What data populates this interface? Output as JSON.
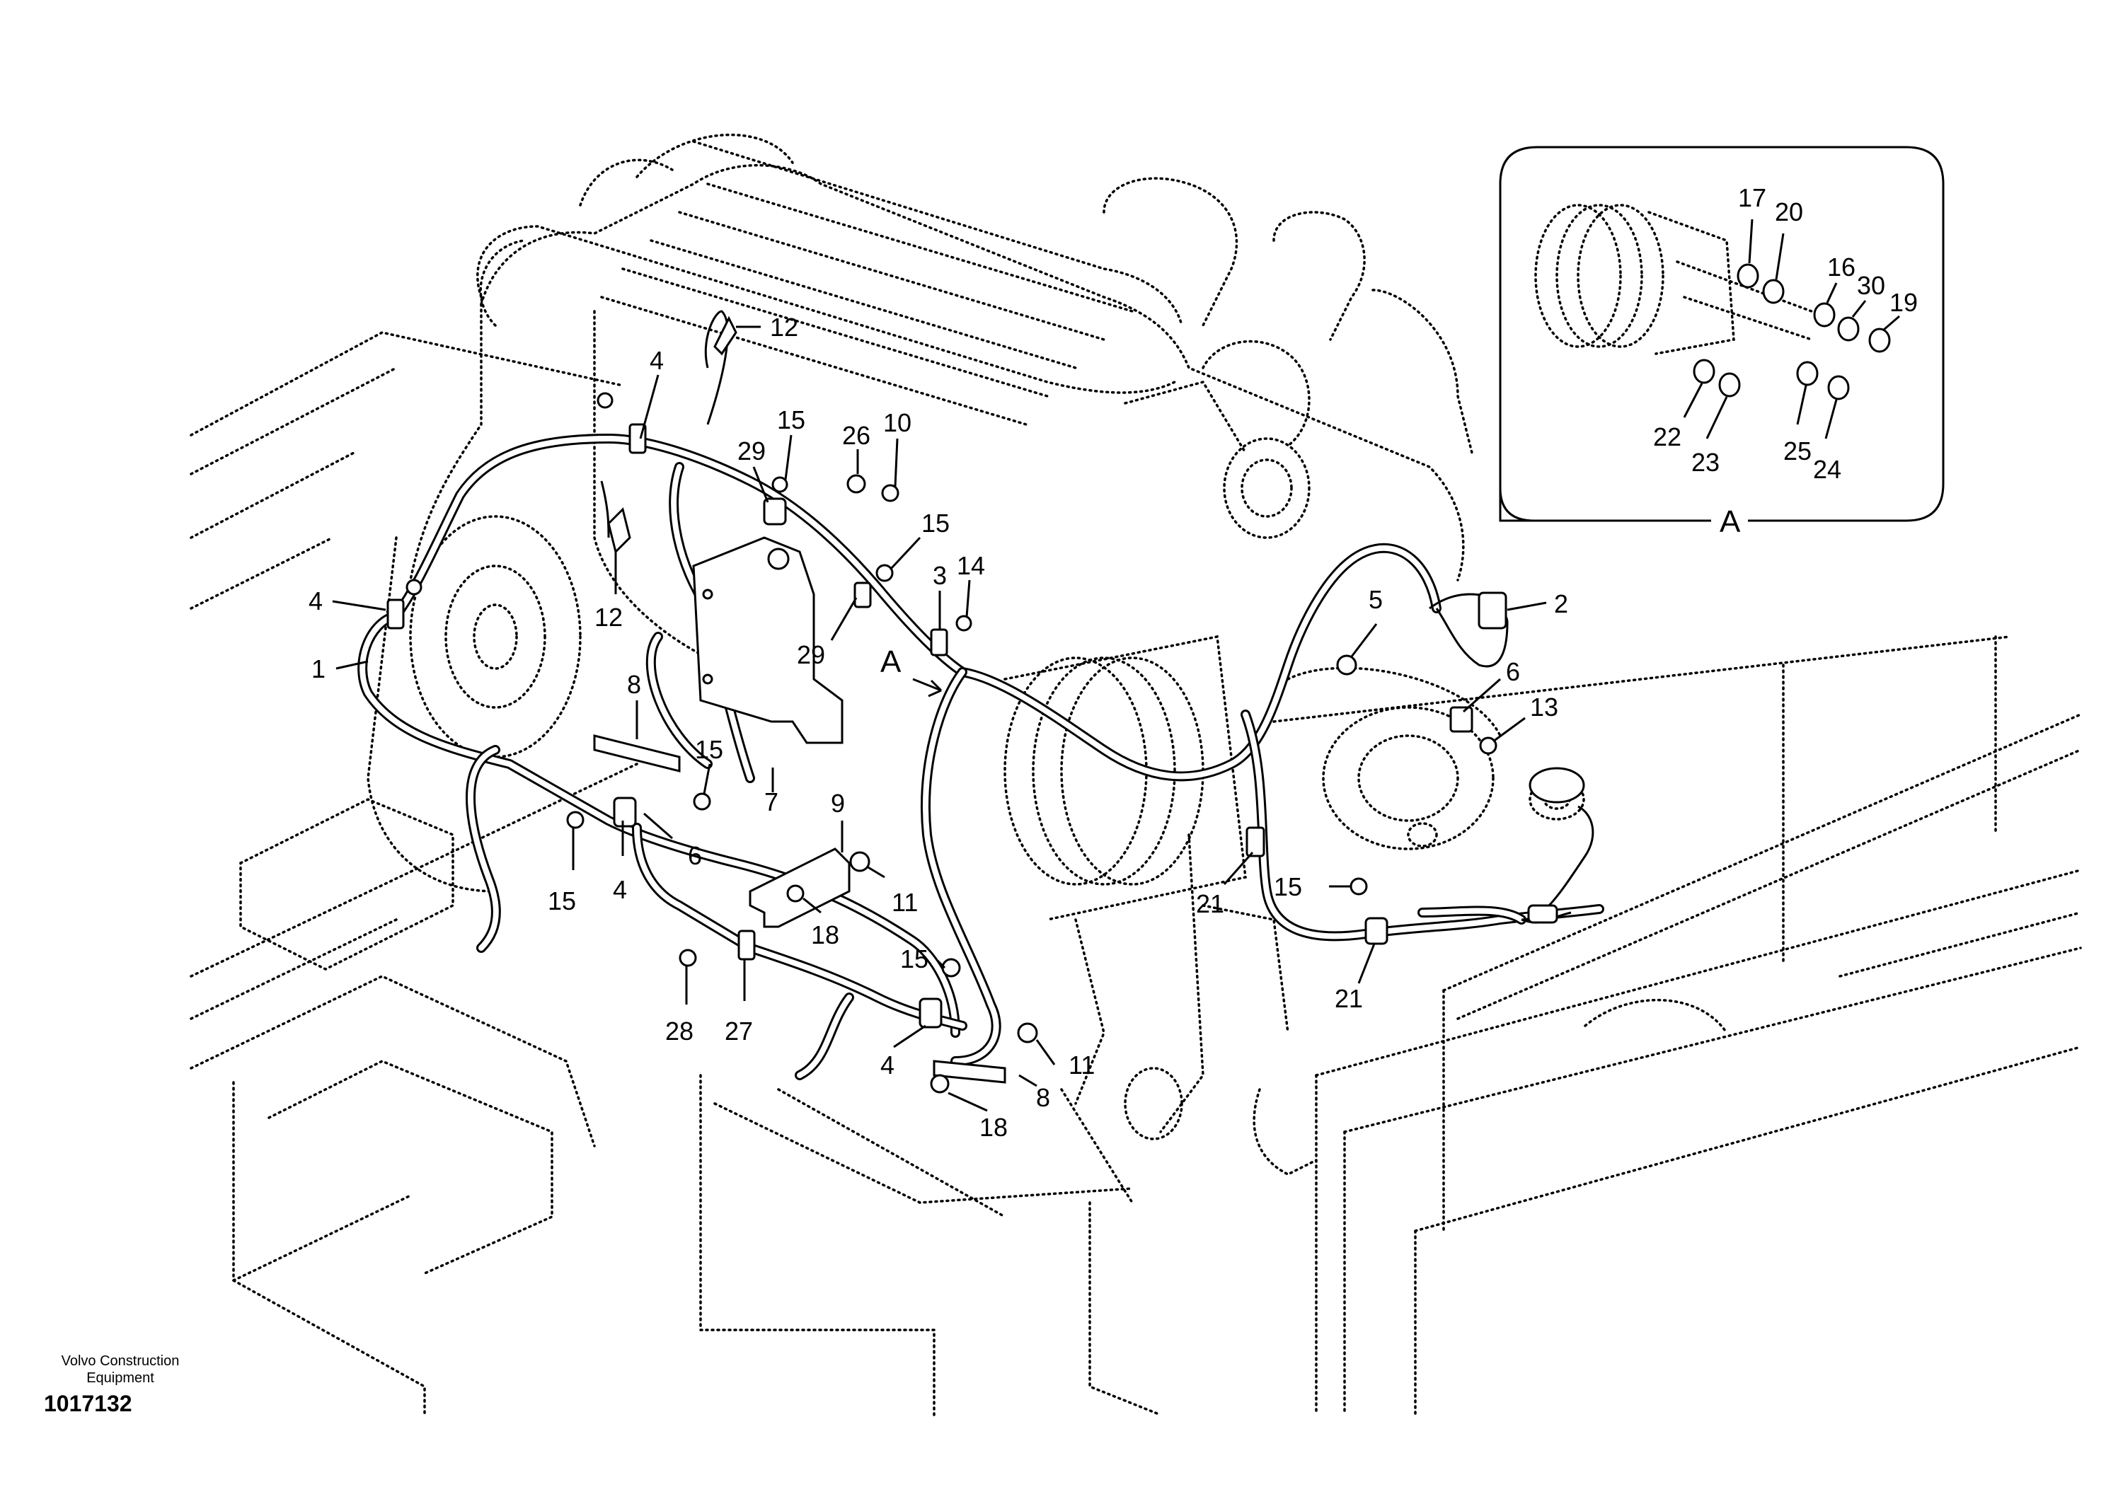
{
  "brand": {
    "line1": "Volvo Construction",
    "line2": "Equipment"
  },
  "document_number": "1017132",
  "detail": {
    "label": "A"
  },
  "view_arrow": {
    "label": "A"
  },
  "callouts": [
    {
      "id": "c12a",
      "text": "12"
    },
    {
      "id": "c4a",
      "text": "4"
    },
    {
      "id": "c15a",
      "text": "15"
    },
    {
      "id": "c29a",
      "text": "29"
    },
    {
      "id": "c26",
      "text": "26"
    },
    {
      "id": "c10",
      "text": "10"
    },
    {
      "id": "c15b",
      "text": "15"
    },
    {
      "id": "c14",
      "text": "14"
    },
    {
      "id": "c3",
      "text": "3"
    },
    {
      "id": "c29b",
      "text": "29"
    },
    {
      "id": "c12b",
      "text": "12"
    },
    {
      "id": "c4b",
      "text": "4"
    },
    {
      "id": "c1",
      "text": "1"
    },
    {
      "id": "c8a",
      "text": "8"
    },
    {
      "id": "c15c",
      "text": "15"
    },
    {
      "id": "c7",
      "text": "7"
    },
    {
      "id": "c6a",
      "text": "6"
    },
    {
      "id": "c15d",
      "text": "15"
    },
    {
      "id": "c4c",
      "text": "4"
    },
    {
      "id": "c9",
      "text": "9"
    },
    {
      "id": "c11a",
      "text": "11"
    },
    {
      "id": "c18a",
      "text": "18"
    },
    {
      "id": "c15e",
      "text": "15"
    },
    {
      "id": "c28",
      "text": "28"
    },
    {
      "id": "c27",
      "text": "27"
    },
    {
      "id": "c4d",
      "text": "4"
    },
    {
      "id": "c8b",
      "text": "8"
    },
    {
      "id": "c11b",
      "text": "11"
    },
    {
      "id": "c18b",
      "text": "18"
    },
    {
      "id": "c5",
      "text": "5"
    },
    {
      "id": "c2",
      "text": "2"
    },
    {
      "id": "c6b",
      "text": "6"
    },
    {
      "id": "c13",
      "text": "13"
    },
    {
      "id": "c21a",
      "text": "21"
    },
    {
      "id": "c15f",
      "text": "15"
    },
    {
      "id": "c21b",
      "text": "21"
    },
    {
      "id": "c17",
      "text": "17"
    },
    {
      "id": "c20",
      "text": "20"
    },
    {
      "id": "c16",
      "text": "16"
    },
    {
      "id": "c30",
      "text": "30"
    },
    {
      "id": "c19",
      "text": "19"
    },
    {
      "id": "c22",
      "text": "22"
    },
    {
      "id": "c23",
      "text": "23"
    },
    {
      "id": "c25",
      "text": "25"
    },
    {
      "id": "c24",
      "text": "24"
    }
  ]
}
